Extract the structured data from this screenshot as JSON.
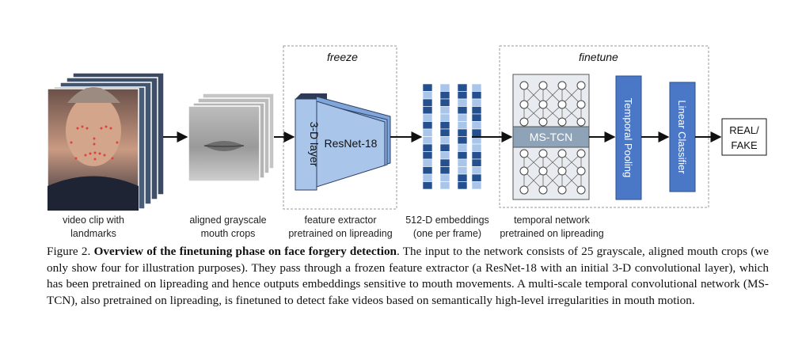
{
  "stages": {
    "freeze_title": "freeze",
    "finetune_title": "finetune"
  },
  "blocks": {
    "layer3d": "3-D layer",
    "resnet": "ResNet-18",
    "mstcn": "MS-TCN",
    "temporal_pooling": "Temporal Pooling",
    "linear_classifier": "Linear Classifier",
    "output_line1": "REAL/",
    "output_line2": "FAKE"
  },
  "labels": {
    "video": [
      "video clip with",
      "landmarks"
    ],
    "mouth": [
      "aligned grayscale",
      "mouth crops"
    ],
    "extractor": [
      "feature extractor",
      "pretrained on lipreading"
    ],
    "embeddings": [
      "512-D embeddings",
      "(one per frame)"
    ],
    "temporal": [
      "temporal network",
      "pretrained on lipreading"
    ]
  },
  "caption": {
    "prefix": "Figure 2.",
    "bold": "Overview of the finetuning phase on face forgery detection",
    "body": ".  The input to the network consists of 25 grayscale, aligned mouth crops (we only show four for illustration purposes). They pass through a frozen feature extractor (a ResNet-18 with an initial 3-D convolutional layer), which has been pretrained on lipreading and hence outputs embeddings sensitive to mouth movements. A multi-scale temporal convolutional network (MS-TCN), also pretrained on lipreading, is finetuned to detect fake videos based on semantically high-level irregularities in mouth motion."
  },
  "colors": {
    "block_blue": "#4a78c6",
    "light_blue": "#a9c6ea",
    "embedding_dark": "#25508f",
    "tcn_gray": "#8fa3b8"
  }
}
